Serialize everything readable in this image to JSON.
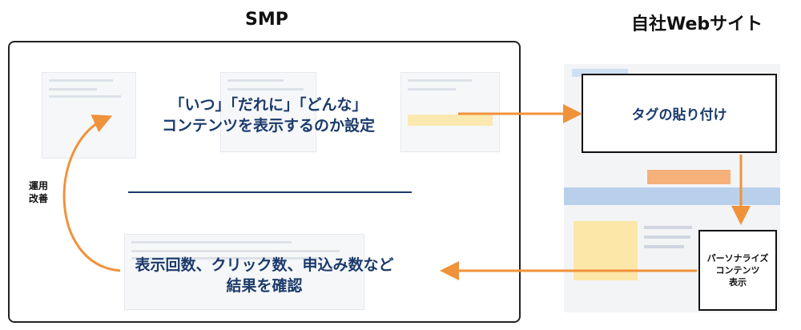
{
  "headings": {
    "smp": "SMP",
    "own_site": "自社Webサイト"
  },
  "smp": {
    "top_caption_line1": "「いつ」「だれに」「どんな」",
    "top_caption_line2": "コンテンツを表示するのか設定",
    "bottom_caption_line1": "表示回数、クリック数、申込み数など",
    "bottom_caption_line2": "結果を確認",
    "loop_label_line1": "運用",
    "loop_label_line2": "改善"
  },
  "own_site": {
    "tag_box_label": "タグの貼り付け",
    "personalize_line1": "パーソナライズ",
    "personalize_line2": "コンテンツ",
    "personalize_line3": "表示"
  },
  "colors": {
    "arrow": "#f0923a",
    "caption": "#1b3a6b",
    "site_banner": "#b9d0ec",
    "site_button": "#f6b07a"
  }
}
